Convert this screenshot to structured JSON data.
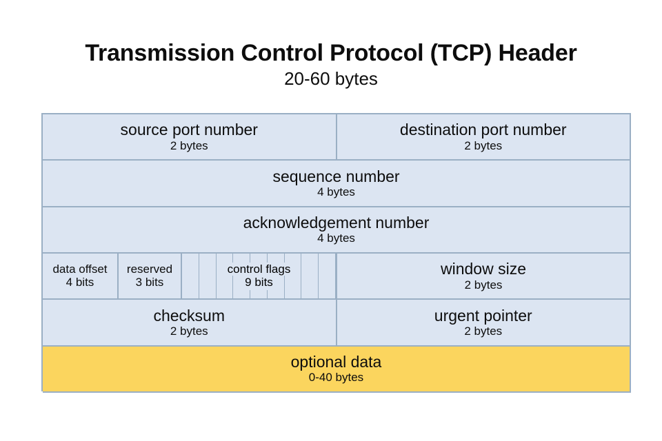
{
  "title": {
    "main": "Transmission Control Protocol (TCP) Header",
    "sub": "20-60 bytes"
  },
  "colors": {
    "field_fill": "#dce5f2",
    "optional_fill": "#fbd55e",
    "border": "#9aafc4",
    "text": "#0d0d0d",
    "background": "#ffffff"
  },
  "diagram": {
    "rows": [
      {
        "name": "ports-row",
        "cells": [
          {
            "label": "source port number",
            "size": "2 bytes"
          },
          {
            "label": "destination port number",
            "size": "2 bytes"
          }
        ]
      },
      {
        "name": "sequence-row",
        "cells": [
          {
            "label": "sequence number",
            "size": "4 bytes"
          }
        ]
      },
      {
        "name": "acknowledgement-row",
        "cells": [
          {
            "label": "acknowledgement number",
            "size": "4 bytes"
          }
        ]
      },
      {
        "name": "flags-row",
        "cells": [
          {
            "label": "data offset",
            "size": "4 bits"
          },
          {
            "label": "reserved",
            "size": "3 bits"
          },
          {
            "label": "control flags",
            "size": "9 bits",
            "bit_count": 9
          },
          {
            "label": "window size",
            "size": "2 bytes"
          }
        ]
      },
      {
        "name": "checksum-row",
        "cells": [
          {
            "label": "checksum",
            "size": "2 bytes"
          },
          {
            "label": "urgent pointer",
            "size": "2 bytes"
          }
        ]
      },
      {
        "name": "options-row",
        "cells": [
          {
            "label": "optional data",
            "size": "0-40 bytes"
          }
        ]
      }
    ]
  }
}
